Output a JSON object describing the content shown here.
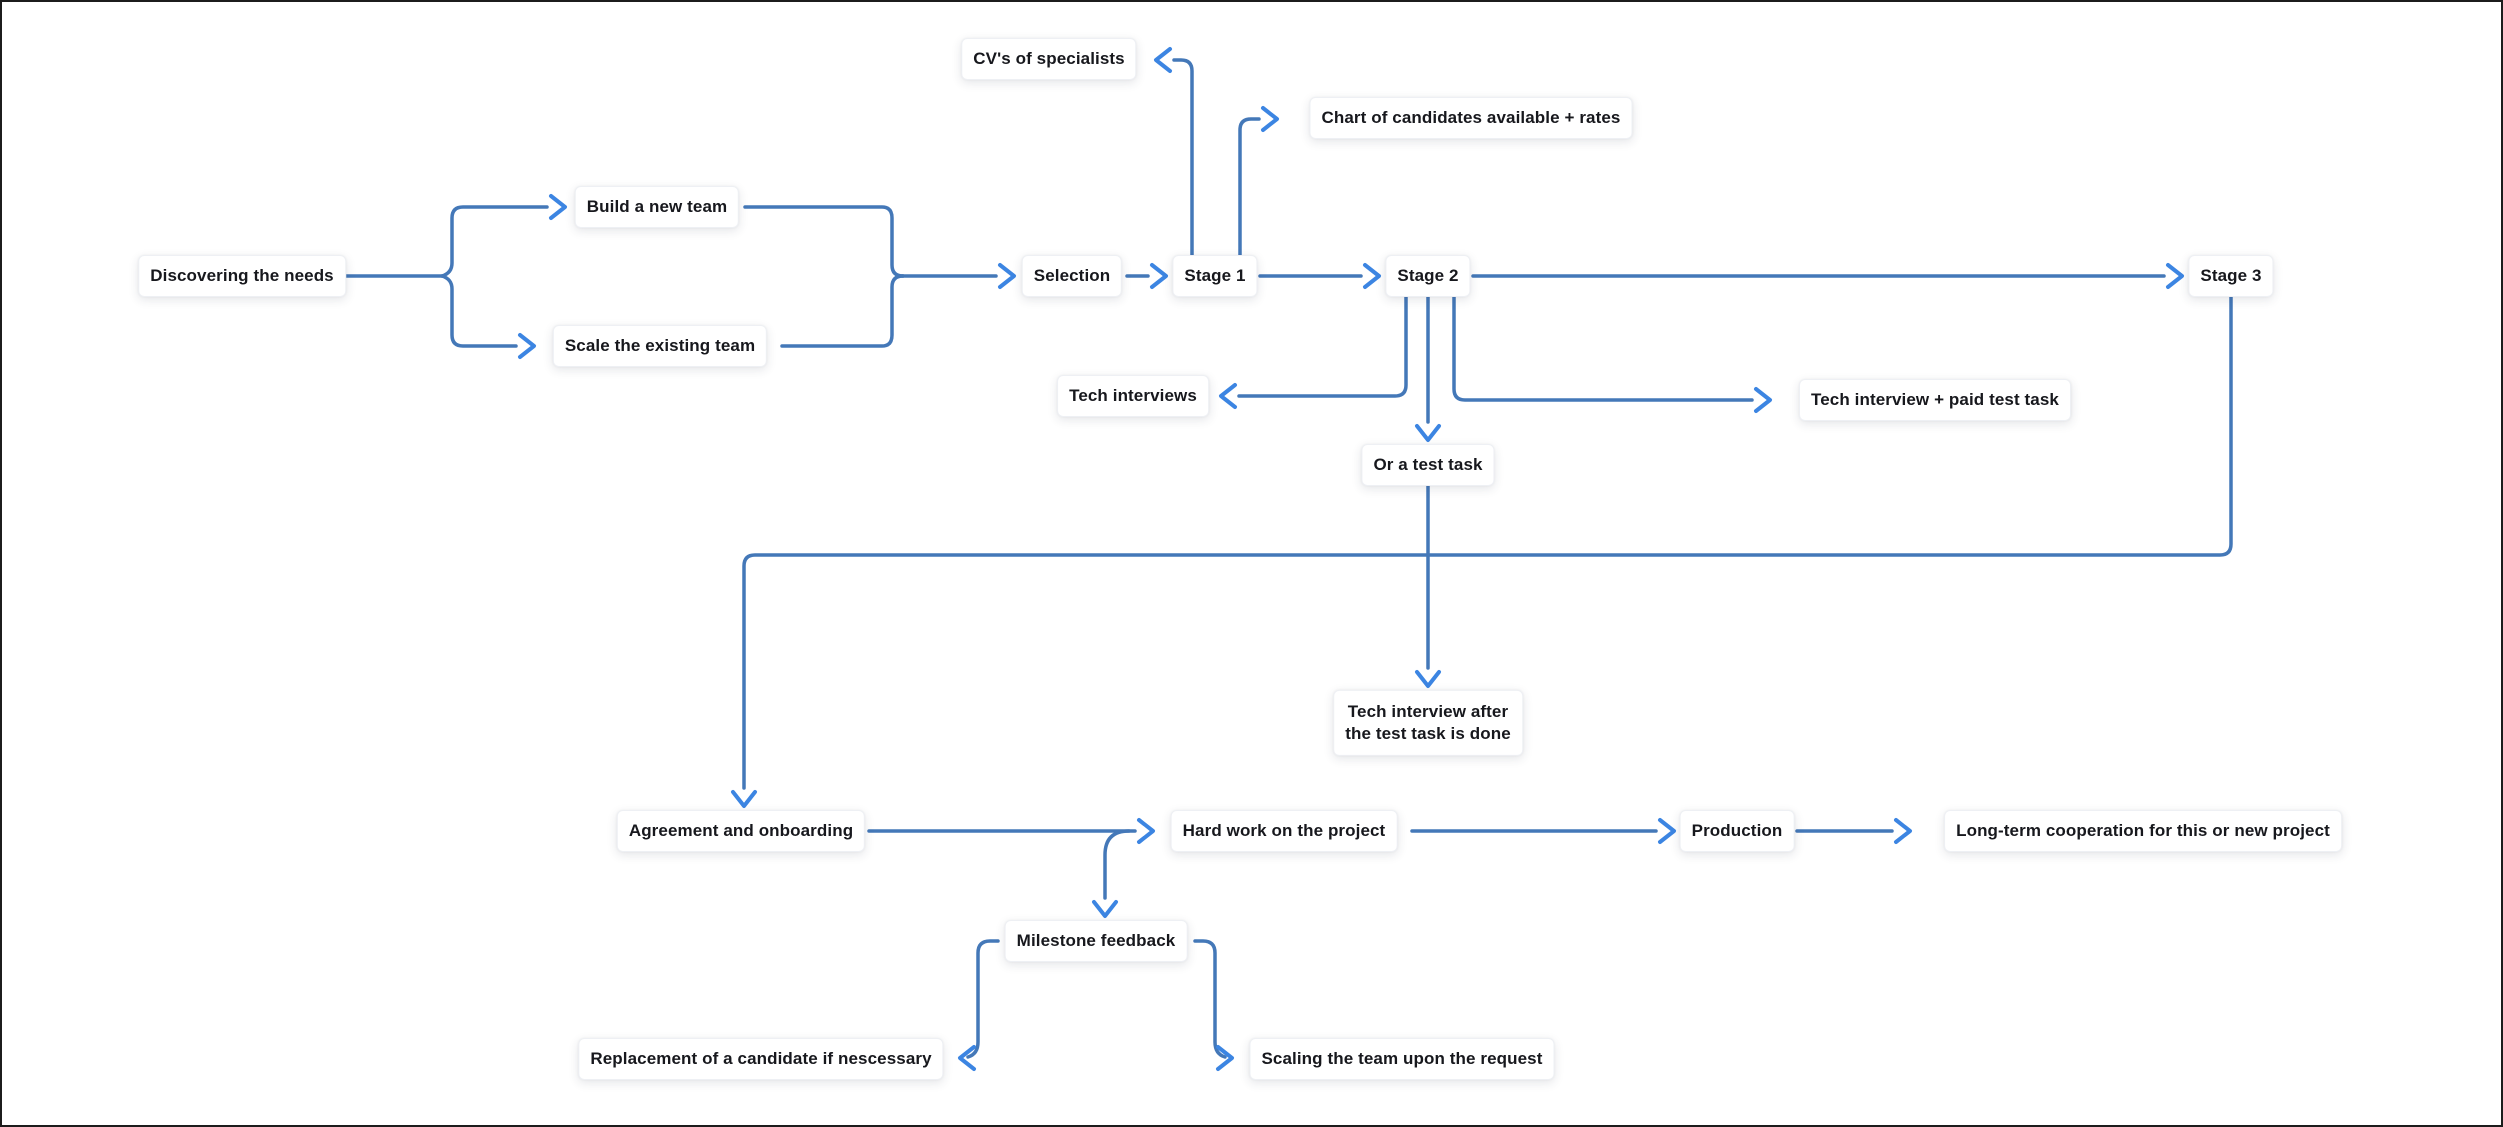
{
  "diagram": {
    "type": "flowchart",
    "colors": {
      "background": "#ffffff",
      "frame_border": "#1c1c1c",
      "connector_line": "#4478b8",
      "arrowhead": "#3c85e2",
      "node_background": "#ffffff",
      "node_border": "#eef0f4",
      "node_text": "#17181d"
    },
    "nodes": {
      "discovering": {
        "label": "Discovering the needs"
      },
      "build": {
        "label": "Build a new team"
      },
      "scale": {
        "label": "Scale the existing team"
      },
      "selection": {
        "label": "Selection"
      },
      "stage1": {
        "label": "Stage 1"
      },
      "stage2": {
        "label": "Stage 2"
      },
      "stage3": {
        "label": "Stage 3"
      },
      "cvs": {
        "label": "CV's of specialists"
      },
      "chart": {
        "label": "Chart of candidates available + rates"
      },
      "tech_interviews": {
        "label": "Tech interviews"
      },
      "tech_paid": {
        "label": "Tech interview + paid test task"
      },
      "test_task": {
        "label": "Or a test task"
      },
      "tech_after": {
        "label": "Tech interview after\nthe test task is done"
      },
      "agreement": {
        "label": "Agreement and onboarding"
      },
      "hard_work": {
        "label": "Hard work on the project"
      },
      "production": {
        "label": "Production"
      },
      "long_term": {
        "label": "Long-term cooperation for this or new project"
      },
      "milestone": {
        "label": "Milestone feedback"
      },
      "replacement": {
        "label": "Replacement of a candidate if nescessary"
      },
      "scaling": {
        "label": "Scaling the team upon the request"
      }
    },
    "edges": [
      {
        "from": "discovering",
        "to": "build"
      },
      {
        "from": "discovering",
        "to": "scale"
      },
      {
        "from": "build",
        "to": "selection"
      },
      {
        "from": "scale",
        "to": "selection"
      },
      {
        "from": "selection",
        "to": "stage1"
      },
      {
        "from": "stage1",
        "to": "cvs"
      },
      {
        "from": "stage1",
        "to": "chart"
      },
      {
        "from": "stage1",
        "to": "stage2"
      },
      {
        "from": "stage2",
        "to": "tech_interviews"
      },
      {
        "from": "stage2",
        "to": "test_task"
      },
      {
        "from": "stage2",
        "to": "tech_paid"
      },
      {
        "from": "stage2",
        "to": "stage3"
      },
      {
        "from": "test_task",
        "to": "tech_after"
      },
      {
        "from": "stage3",
        "to": "agreement"
      },
      {
        "from": "agreement",
        "to": "hard_work"
      },
      {
        "from": "hard_work",
        "to": "milestone"
      },
      {
        "from": "hard_work",
        "to": "production"
      },
      {
        "from": "production",
        "to": "long_term"
      },
      {
        "from": "milestone",
        "to": "replacement"
      },
      {
        "from": "milestone",
        "to": "scaling"
      }
    ]
  }
}
